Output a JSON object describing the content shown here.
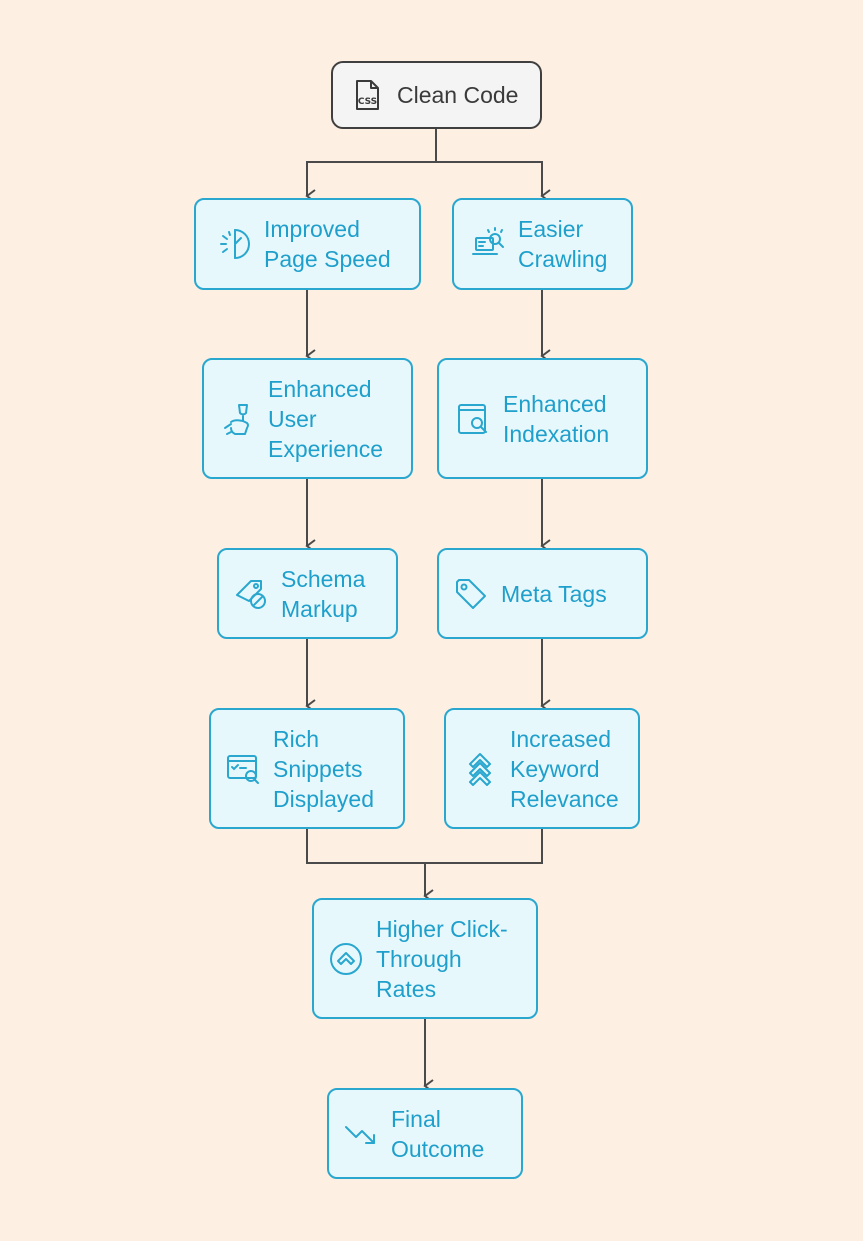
{
  "diagram": {
    "nodes": {
      "clean_code": {
        "label": "Clean Code",
        "icon": "css-file-icon"
      },
      "page_speed": {
        "label": "Improved\nPage Speed",
        "icon": "speedometer-icon"
      },
      "crawling": {
        "label": "Easier\nCrawling",
        "icon": "laptop-search-icon"
      },
      "user_experience": {
        "label": "Enhanced\nUser\nExperience",
        "icon": "hand-glass-icon"
      },
      "indexation": {
        "label": "Enhanced\nIndexation",
        "icon": "document-search-icon"
      },
      "schema_markup": {
        "label": "Schema\nMarkup",
        "icon": "tag-blocked-icon"
      },
      "meta_tags": {
        "label": "Meta Tags",
        "icon": "tag-icon"
      },
      "rich_snippets": {
        "label": "Rich\nSnippets\nDisplayed",
        "icon": "browser-search-icon"
      },
      "keyword_relevance": {
        "label": "Increased\nKeyword\nRelevance",
        "icon": "chevrons-up-icon"
      },
      "ctr": {
        "label": "Higher Click-\nThrough\nRates",
        "icon": "circle-chevron-up-icon"
      },
      "final_outcome": {
        "label": "Final\nOutcome",
        "icon": "trend-down-icon"
      }
    },
    "edges": [
      {
        "from": "clean_code",
        "to": "page_speed"
      },
      {
        "from": "clean_code",
        "to": "crawling"
      },
      {
        "from": "page_speed",
        "to": "user_experience"
      },
      {
        "from": "user_experience",
        "to": "schema_markup"
      },
      {
        "from": "schema_markup",
        "to": "rich_snippets"
      },
      {
        "from": "crawling",
        "to": "indexation"
      },
      {
        "from": "indexation",
        "to": "meta_tags"
      },
      {
        "from": "meta_tags",
        "to": "keyword_relevance"
      },
      {
        "from": "rich_snippets",
        "to": "ctr"
      },
      {
        "from": "keyword_relevance",
        "to": "ctr"
      },
      {
        "from": "ctr",
        "to": "final_outcome"
      }
    ]
  },
  "colors": {
    "accent": "#2aa7cf",
    "node_fill": "#e7f8fc",
    "root_border": "#3f3f3f",
    "edge": "#4a4a4a",
    "background": "#fdf0e3"
  }
}
